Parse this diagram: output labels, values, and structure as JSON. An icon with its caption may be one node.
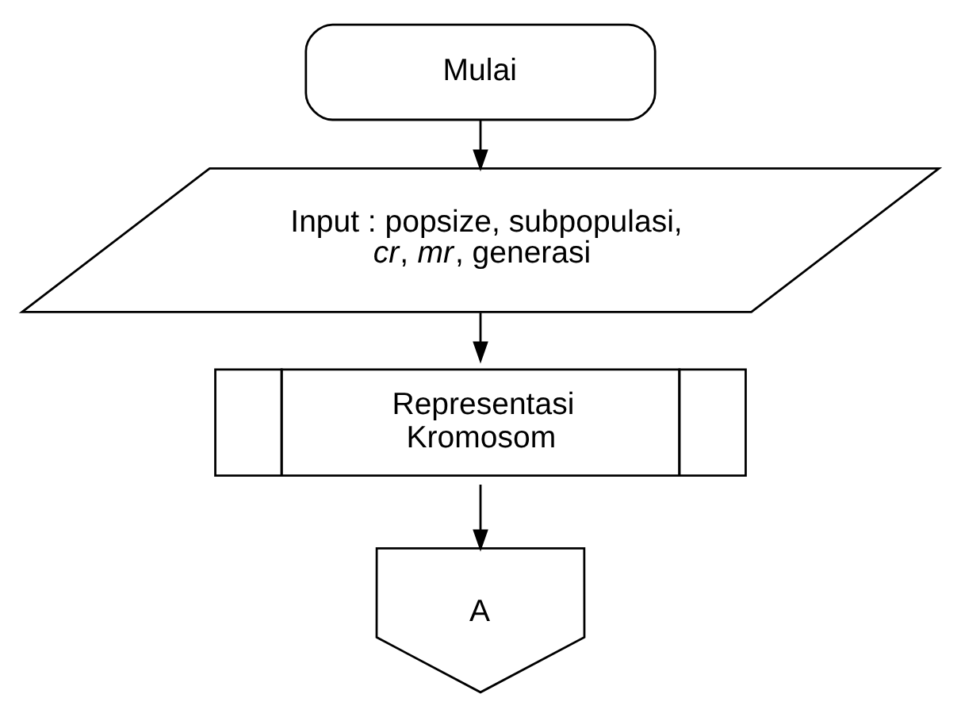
{
  "diagram": {
    "nodes": [
      {
        "text": [
          "Mulai"
        ]
      },
      {
        "text": [
          "Input : popsize, subpopulasi, *cr*, *mr*, generasi"
        ]
      },
      {
        "text": [
          "Representasi Kromosom"
        ]
      },
      {
        "text": [
          "A"
        ]
      }
    ],
    "edges": [
      {
        "from": 0,
        "to": 1,
        "arrow": "to"
      },
      {
        "from": 1,
        "to": 2,
        "arrow": "to"
      },
      {
        "from": 2,
        "to": 3,
        "arrow": "to"
      }
    ]
  }
}
